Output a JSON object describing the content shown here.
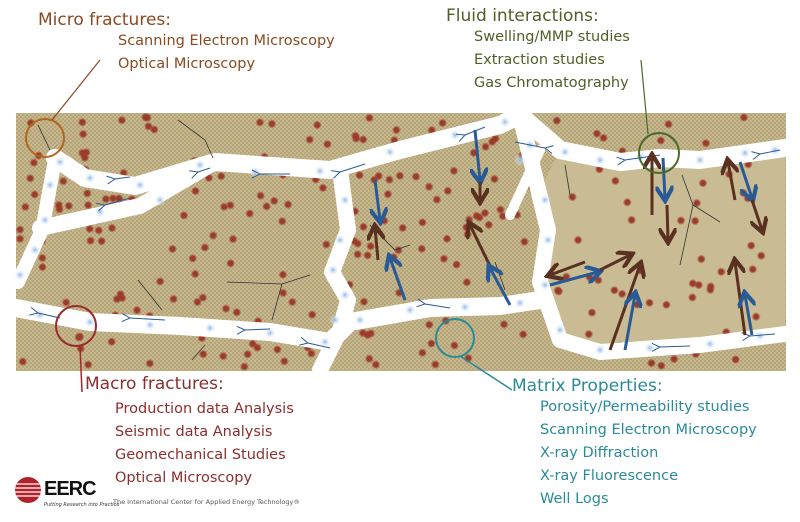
{
  "micro_fractures": {
    "heading": "Micro fractures:",
    "items": [
      "Scanning Electron Microscopy",
      "Optical Microscopy"
    ],
    "color": "#8a4a1f"
  },
  "fluid_interactions": {
    "heading": "Fluid interactions:",
    "items": [
      "Swelling/MMP studies",
      "Extraction studies",
      "Gas Chromatography"
    ],
    "color": "#4f5f26"
  },
  "macro_fractures": {
    "heading": "Macro fractures:",
    "items": [
      "Production data Analysis",
      "Seismic data Analysis",
      "Geomechanical Studies",
      "Optical Microscopy"
    ],
    "color": "#8b2e2e"
  },
  "matrix_properties": {
    "heading": "Matrix Properties:",
    "items": [
      "Porosity/Permeability studies",
      "Scanning Electron Microscopy",
      "X-ray Diffraction",
      "X-ray  Fluorescence",
      "Well Logs"
    ],
    "color": "#2a8a9a"
  },
  "footer": {
    "logo": "EERC",
    "logo_tagline": "Putting Research into Practice",
    "organization": "The International Center for Applied Energy Technology®"
  },
  "colors": {
    "matrix": "#c9bb92",
    "grain": "#9b3b2a",
    "fracture": "#ffffff",
    "fluid_glow": "#9fc2ee",
    "flow_arrow_blue": "#2a5a96",
    "flow_arrow_brown": "#5a3020"
  }
}
